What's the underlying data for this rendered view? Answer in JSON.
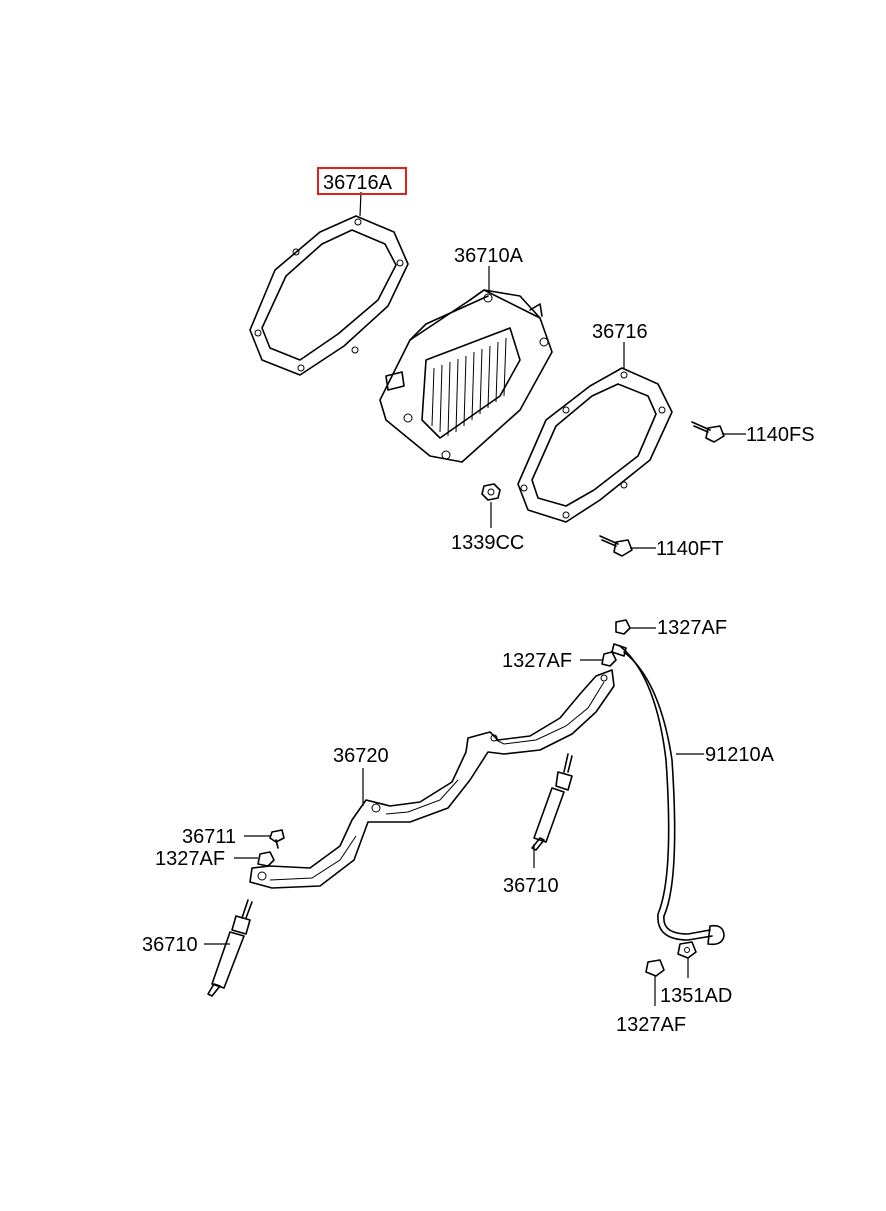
{
  "diagram": {
    "highlight_color": "#e0201c",
    "labels": {
      "p36716A": "36716A",
      "p36710A": "36710A",
      "p36716": "36716",
      "p1140FS": "1140FS",
      "p1339CC": "1339CC",
      "p1140FT": "1140FT",
      "p1327AF_top": "1327AF",
      "p1327AF_mid": "1327AF",
      "p36720": "36720",
      "p91210A": "91210A",
      "p36711": "36711",
      "p1327AF_left": "1327AF",
      "p36710_center": "36710",
      "p36710_left": "36710",
      "p1351AD": "1351AD",
      "p1327AF_bottom": "1327AF"
    }
  }
}
